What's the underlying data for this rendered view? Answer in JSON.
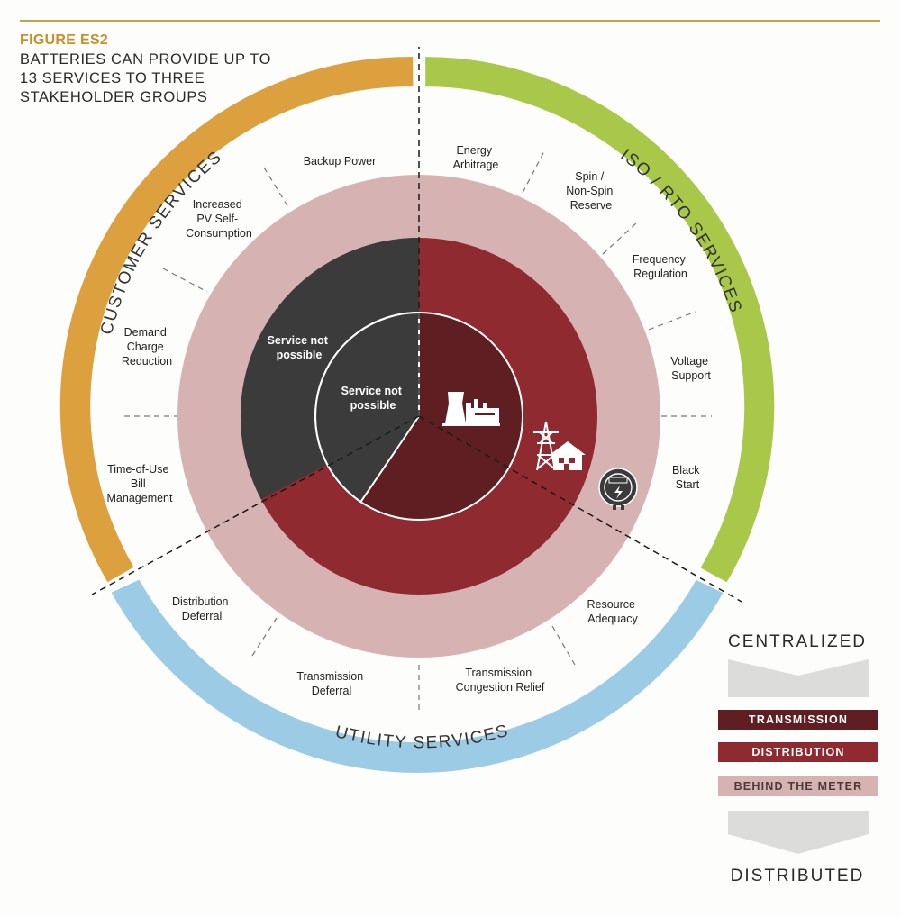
{
  "figure": {
    "label": "FIGURE ES2",
    "title": "BATTERIES CAN PROVIDE UP TO 13 SERVICES TO THREE STAKEHOLDER GROUPS"
  },
  "stakeholder_groups": {
    "customer": {
      "label": "CUSTOMER SERVICES",
      "color": "#dda03f"
    },
    "iso_rto": {
      "label": "ISO / RTO SERVICES",
      "color": "#a9c84a"
    },
    "utility": {
      "label": "UTILITY SERVICES",
      "color": "#9ccbe5"
    }
  },
  "services": {
    "energy_arbitrage": [
      "Energy",
      "Arbitrage"
    ],
    "spin_reserve": [
      "Spin /",
      "Non-Spin",
      "Reserve"
    ],
    "frequency_regulation": [
      "Frequency",
      "Regulation"
    ],
    "voltage_support": [
      "Voltage",
      "Support"
    ],
    "black_start": [
      "Black",
      "Start"
    ],
    "resource_adequacy": [
      "Resource",
      "Adequacy"
    ],
    "transmission_congestion": [
      "Transmission",
      "Congestion Relief"
    ],
    "transmission_deferral": [
      "Transmission",
      "Deferral"
    ],
    "distribution_deferral": [
      "Distribution",
      "Deferral"
    ],
    "tou_bill": [
      "Time-of-Use",
      "Bill",
      "Management"
    ],
    "demand_charge": [
      "Demand",
      "Charge",
      "Reduction"
    ],
    "pv_self_consumption": [
      "Increased",
      "PV Self-",
      "Consumption"
    ],
    "backup_power": [
      "Backup Power"
    ]
  },
  "inner_notes": {
    "distribution_ring": [
      "Service not",
      "possible"
    ],
    "transmission_core": [
      "Service not",
      "possible"
    ]
  },
  "icons": [
    "power-plant-icon",
    "transmission-tower-house-icon",
    "electric-meter-icon"
  ],
  "legend": {
    "top_label": "CENTRALIZED",
    "bottom_label": "DISTRIBUTED",
    "levels": [
      {
        "label": "TRANSMISSION",
        "color": "#5e1e22"
      },
      {
        "label": "DISTRIBUTION",
        "color": "#8f2a30"
      },
      {
        "label": "BEHIND THE METER",
        "color": "#d6b3b2"
      }
    ]
  },
  "colors": {
    "behind_meter": "#d6b3b2",
    "distribution": "#8f2a30",
    "transmission": "#5e1e22",
    "not_possible": "#3b3b3b",
    "arrow_gray": "#dcdcda"
  }
}
